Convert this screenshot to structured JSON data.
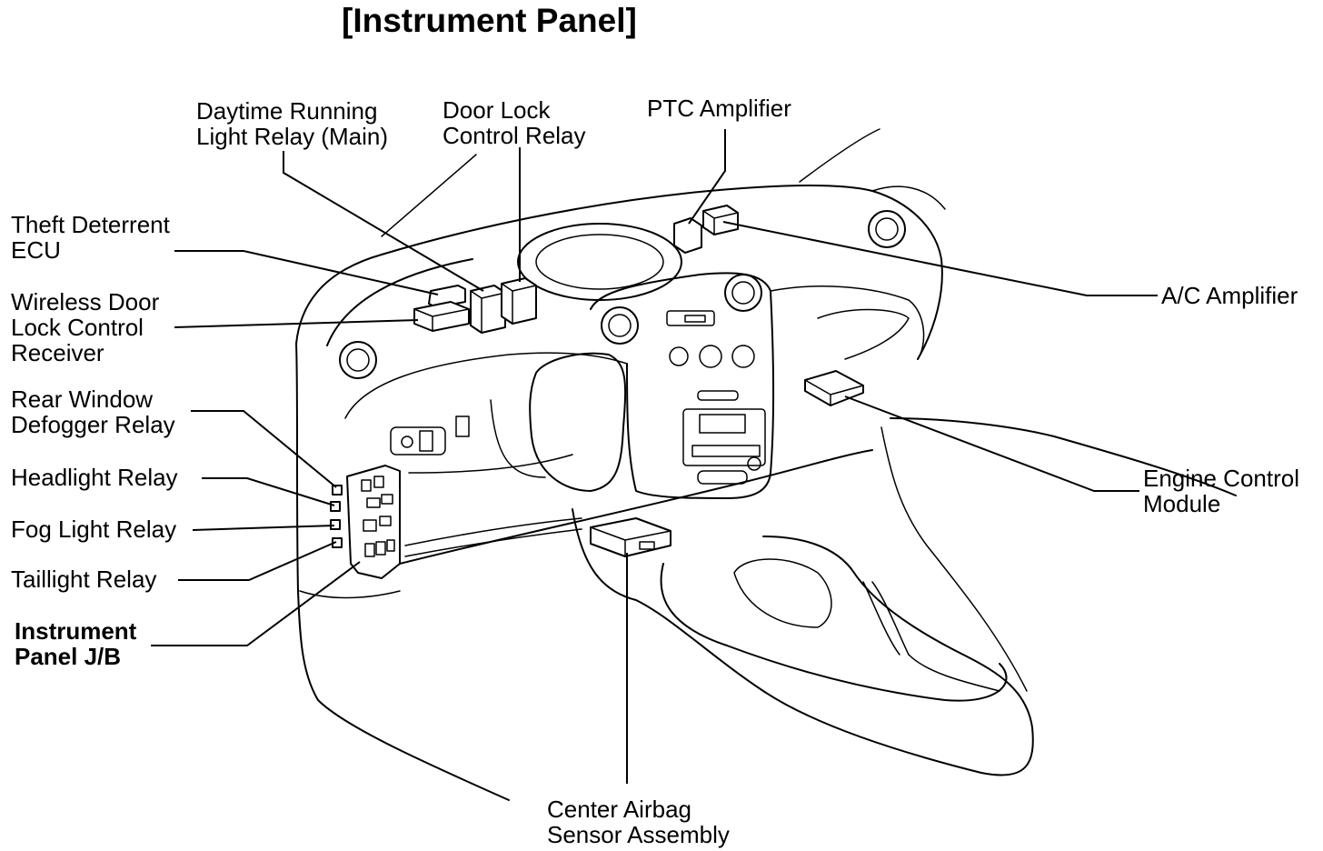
{
  "title": "[Instrument Panel]",
  "labels": {
    "drl_relay": [
      "Daytime Running",
      "Light Relay (Main)"
    ],
    "door_lock_relay": [
      "Door Lock",
      "Control Relay"
    ],
    "ptc_amplifier": [
      "PTC Amplifier"
    ],
    "theft_ecu": [
      "Theft Deterrent",
      "ECU"
    ],
    "wireless_receiver": [
      "Wireless Door",
      "Lock Control",
      "Receiver"
    ],
    "rear_defogger_relay": [
      "Rear Window",
      "Defogger Relay"
    ],
    "headlight_relay": [
      "Headlight Relay"
    ],
    "fog_light_relay": [
      "Fog Light Relay"
    ],
    "taillight_relay": [
      "Taillight Relay"
    ],
    "instrument_panel_jb": [
      "Instrument",
      "Panel J/B"
    ],
    "ac_amplifier": [
      "A/C Amplifier"
    ],
    "engine_control_module": [
      "Engine Control",
      "Module"
    ],
    "center_airbag_sensor": [
      "Center Airbag",
      "Sensor Assembly"
    ]
  }
}
